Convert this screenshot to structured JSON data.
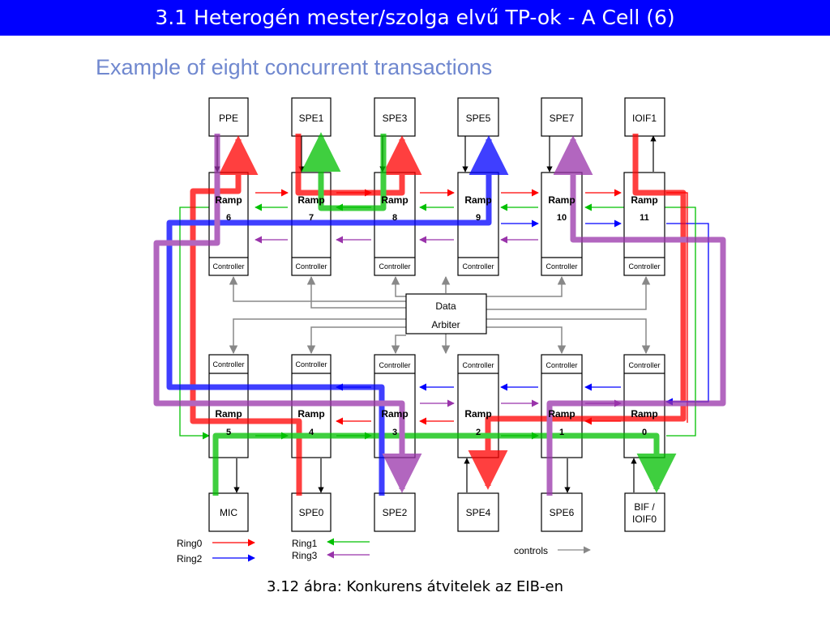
{
  "slide": {
    "title": "3.1 Heterogén mester/szolga elvű TP-ok  - A Cell (6)",
    "subtitle": "Example of eight concurrent transactions",
    "caption": "3.12 ábra: Konkurens átvitelek az EIB-en"
  },
  "diagram": {
    "top_units": [
      "PPE",
      "SPE1",
      "SPE3",
      "SPE5",
      "SPE7",
      "IOIF1"
    ],
    "top_ramp_numbers": [
      "6",
      "7",
      "8",
      "9",
      "10",
      "11"
    ],
    "bottom_units": [
      "MIC",
      "SPE0",
      "SPE2",
      "SPE4",
      "SPE6",
      "BIF /",
      "IOIF0"
    ],
    "bottom_ramp_numbers": [
      "5",
      "4",
      "3",
      "2",
      "1",
      "0"
    ],
    "ramp_label": "Ramp",
    "controller_label": "Controller",
    "arbiter_lines": [
      "Data",
      "Arbiter"
    ],
    "legend": {
      "ring0": "Ring0",
      "ring1": "Ring1",
      "ring2": "Ring2",
      "ring3": "Ring3",
      "controls": "controls"
    },
    "colors": {
      "ring0": "#ff0000",
      "ring1": "#00c000",
      "ring2": "#0000ff",
      "ring3": "#9933aa",
      "controls": "#888888",
      "title_bar": "#0000ff",
      "subtitle": "#7088cf"
    }
  }
}
